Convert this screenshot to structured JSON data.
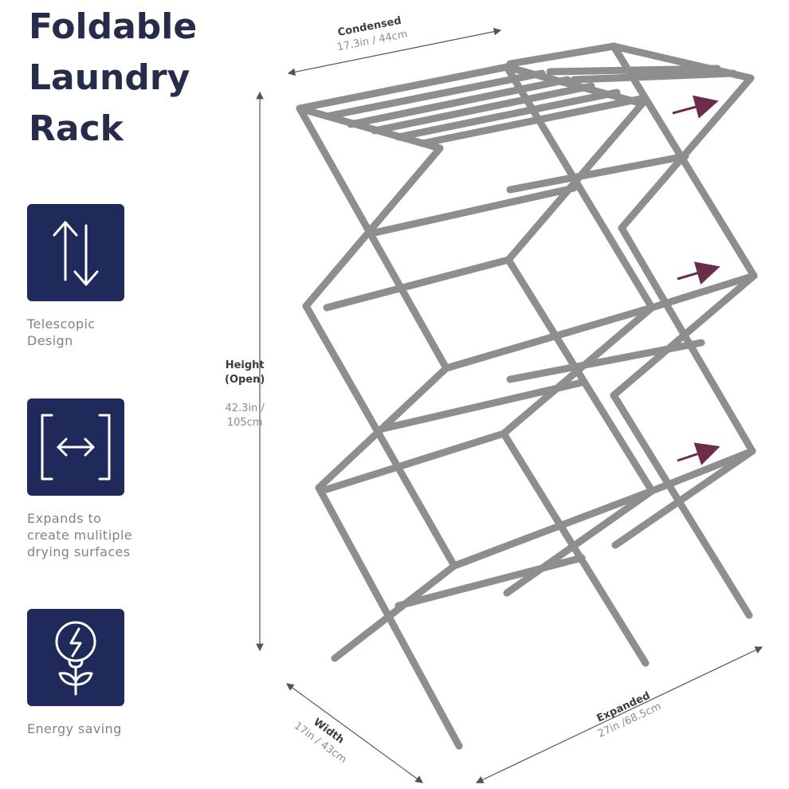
{
  "title": "Foldable\nLaundry\nRack",
  "features": [
    {
      "icon": "vertical-arrows-icon",
      "label": "Telescopic\nDesign"
    },
    {
      "icon": "expand-arrows-icon",
      "label": "Expands to\ncreate mulitiple\ndrying surfaces"
    },
    {
      "icon": "lightbulb-leaf-icon",
      "label": "Energy saving"
    }
  ],
  "dimensions": {
    "condensed": {
      "label": "Condensed",
      "value": "17.3in / 44cm"
    },
    "height": {
      "label": "Height\n(Open)",
      "value": "42.3in /\n105cm"
    },
    "width": {
      "label": "Width",
      "value": "17in / 43cm"
    },
    "expanded": {
      "label": "Expanded",
      "value": "27in /68.5cm"
    }
  },
  "colors": {
    "navy": "#202a5a",
    "title": "#262c4a",
    "frame": "#8e8e90",
    "arrow": "#6b2d4a",
    "muted": "#7f8388"
  }
}
